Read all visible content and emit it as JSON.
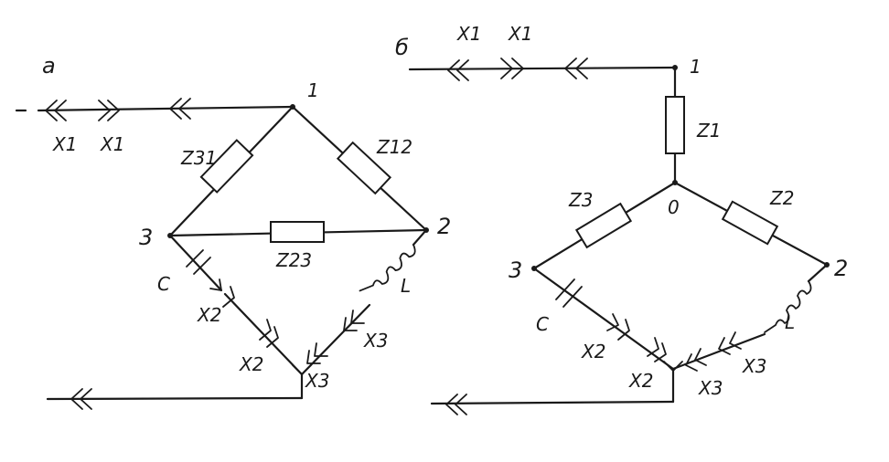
{
  "diagram_a": {
    "letter": "а",
    "nodes": {
      "n1": "1",
      "n2": "2",
      "n3": "3"
    },
    "impedances": {
      "z31": "Z31",
      "z12": "Z12",
      "z23": "Z23"
    },
    "capacitor": "C",
    "inductor": "L",
    "connectors": {
      "x1_left": "X1",
      "x1_right": "X1",
      "x2_upper": "X2",
      "x2_lower": "X2",
      "x3_upper": "X3",
      "x3_lower": "X3"
    }
  },
  "diagram_b": {
    "letter": "б",
    "nodes": {
      "n1": "1",
      "n2": "2",
      "n3": "3",
      "n0": "0"
    },
    "impedances": {
      "z1": "Z1",
      "z2": "Z2",
      "z3": "Z3"
    },
    "capacitor": "C",
    "inductor": "L",
    "connectors": {
      "x1_left": "X1",
      "x1_right": "X1",
      "x2_upper": "X2",
      "x2_lower": "X2",
      "x3_upper": "X3",
      "x3_lower": "X3"
    }
  }
}
